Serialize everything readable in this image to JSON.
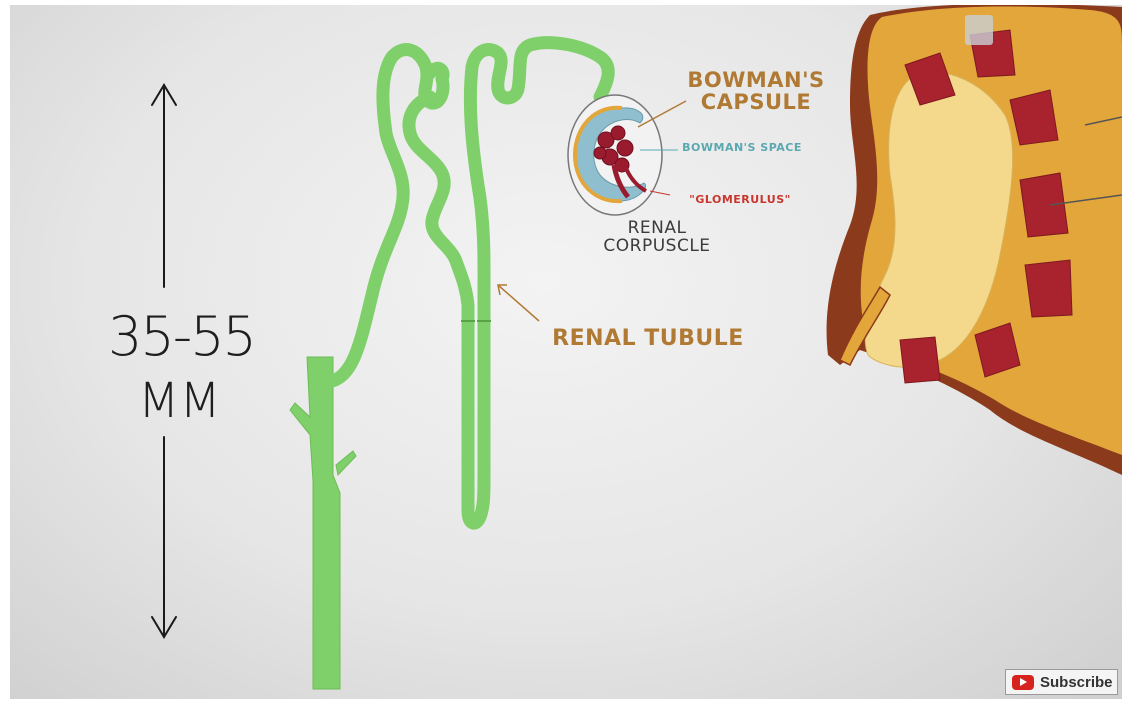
{
  "measure": {
    "number": "35-55",
    "unit": "MM"
  },
  "labels": {
    "bowmans_capsule": "BOWMAN'S CAPSULE",
    "bowmans_space": "BOWMAN'S SPACE",
    "glomerulus": "\"GLOMERULUS\"",
    "renal_corpuscle": "RENAL CORPUSCLE",
    "renal_tubule": "RENAL TUBULE"
  },
  "subscribe": {
    "label": "Subscribe",
    "icon": "youtube-play-icon"
  },
  "colors": {
    "tubule": "#7fd06a",
    "capsule_label": "#b07a34",
    "space_label": "#5aa8b0",
    "glomerulus_label": "#c9362e",
    "kidney_cortex": "#e2a63b",
    "kidney_pyramid": "#a8232d"
  }
}
